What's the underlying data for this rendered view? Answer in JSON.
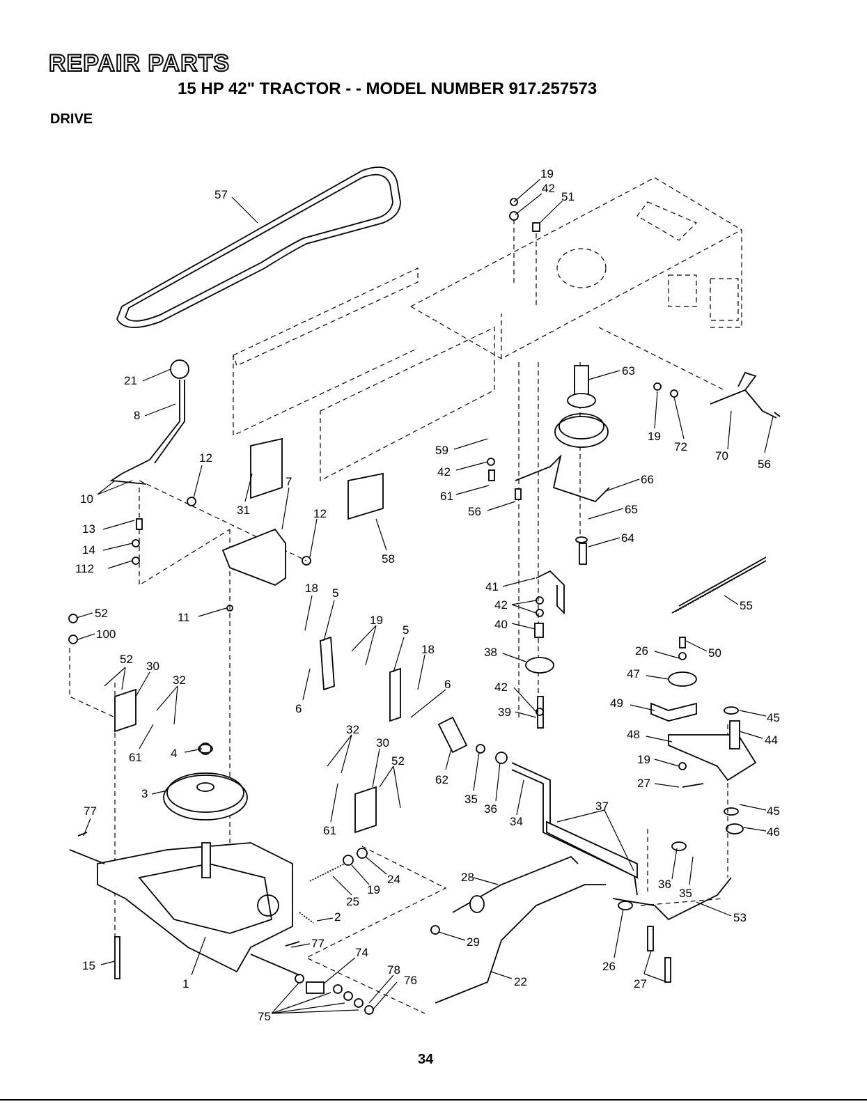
{
  "header": {
    "title": "REPAIR PARTS",
    "subtitle": "15 HP 42\" TRACTOR - - MODEL NUMBER 917.257573",
    "section": "DRIVE"
  },
  "page_number": "34",
  "callouts": [
    {
      "id": "c57",
      "label": "57"
    },
    {
      "id": "c19a",
      "label": "19"
    },
    {
      "id": "c42a",
      "label": "42"
    },
    {
      "id": "c51",
      "label": "51"
    },
    {
      "id": "c21",
      "label": "21"
    },
    {
      "id": "c8",
      "label": "8"
    },
    {
      "id": "c10",
      "label": "10"
    },
    {
      "id": "c12a",
      "label": "12"
    },
    {
      "id": "c31",
      "label": "31"
    },
    {
      "id": "c7",
      "label": "7"
    },
    {
      "id": "c12b",
      "label": "12"
    },
    {
      "id": "c58",
      "label": "58"
    },
    {
      "id": "c13",
      "label": "13"
    },
    {
      "id": "c14",
      "label": "14"
    },
    {
      "id": "c112",
      "label": "112"
    },
    {
      "id": "c52a",
      "label": "52"
    },
    {
      "id": "c100",
      "label": "100"
    },
    {
      "id": "c11",
      "label": "11"
    },
    {
      "id": "c52b",
      "label": "52"
    },
    {
      "id": "c30a",
      "label": "30"
    },
    {
      "id": "c32a",
      "label": "32"
    },
    {
      "id": "c61a",
      "label": "61"
    },
    {
      "id": "c4",
      "label": "4"
    },
    {
      "id": "c3",
      "label": "3"
    },
    {
      "id": "c77a",
      "label": "77"
    },
    {
      "id": "c15",
      "label": "15"
    },
    {
      "id": "c1",
      "label": "1"
    },
    {
      "id": "c18a",
      "label": "18"
    },
    {
      "id": "c5a",
      "label": "5"
    },
    {
      "id": "c19b",
      "label": "19"
    },
    {
      "id": "c5b",
      "label": "5"
    },
    {
      "id": "c18b",
      "label": "18"
    },
    {
      "id": "c6a",
      "label": "6"
    },
    {
      "id": "c6b",
      "label": "6"
    },
    {
      "id": "c32b",
      "label": "32"
    },
    {
      "id": "c30b",
      "label": "30"
    },
    {
      "id": "c52c",
      "label": "52"
    },
    {
      "id": "c61b",
      "label": "61"
    },
    {
      "id": "c24",
      "label": "24"
    },
    {
      "id": "c19c",
      "label": "19"
    },
    {
      "id": "c25",
      "label": "25"
    },
    {
      "id": "c2",
      "label": "2"
    },
    {
      "id": "c77b",
      "label": "77"
    },
    {
      "id": "c74",
      "label": "74"
    },
    {
      "id": "c78",
      "label": "78"
    },
    {
      "id": "c76",
      "label": "76"
    },
    {
      "id": "c75",
      "label": "75"
    },
    {
      "id": "c59",
      "label": "59"
    },
    {
      "id": "c42b",
      "label": "42"
    },
    {
      "id": "c61c",
      "label": "61"
    },
    {
      "id": "c56a",
      "label": "56"
    },
    {
      "id": "c63",
      "label": "63"
    },
    {
      "id": "c66",
      "label": "66"
    },
    {
      "id": "c65",
      "label": "65"
    },
    {
      "id": "c64",
      "label": "64"
    },
    {
      "id": "c41",
      "label": "41"
    },
    {
      "id": "c42c",
      "label": "42"
    },
    {
      "id": "c40",
      "label": "40"
    },
    {
      "id": "c38",
      "label": "38"
    },
    {
      "id": "c42d",
      "label": "42"
    },
    {
      "id": "c39",
      "label": "39"
    },
    {
      "id": "c62",
      "label": "62"
    },
    {
      "id": "c35a",
      "label": "35"
    },
    {
      "id": "c36a",
      "label": "36"
    },
    {
      "id": "c34",
      "label": "34"
    },
    {
      "id": "c37",
      "label": "37"
    },
    {
      "id": "c28",
      "label": "28"
    },
    {
      "id": "c29",
      "label": "29"
    },
    {
      "id": "c22",
      "label": "22"
    },
    {
      "id": "c19d",
      "label": "19"
    },
    {
      "id": "c72",
      "label": "72"
    },
    {
      "id": "c70",
      "label": "70"
    },
    {
      "id": "c56b",
      "label": "56"
    },
    {
      "id": "c55",
      "label": "55"
    },
    {
      "id": "c26a",
      "label": "26"
    },
    {
      "id": "c50",
      "label": "50"
    },
    {
      "id": "c47",
      "label": "47"
    },
    {
      "id": "c49",
      "label": "49"
    },
    {
      "id": "c45a",
      "label": "45"
    },
    {
      "id": "c44",
      "label": "44"
    },
    {
      "id": "c48",
      "label": "48"
    },
    {
      "id": "c19e",
      "label": "19"
    },
    {
      "id": "c27a",
      "label": "27"
    },
    {
      "id": "c45b",
      "label": "45"
    },
    {
      "id": "c46",
      "label": "46"
    },
    {
      "id": "c36b",
      "label": "36"
    },
    {
      "id": "c35b",
      "label": "35"
    },
    {
      "id": "c53",
      "label": "53"
    },
    {
      "id": "c26b",
      "label": "26"
    },
    {
      "id": "c27b",
      "label": "27"
    }
  ]
}
